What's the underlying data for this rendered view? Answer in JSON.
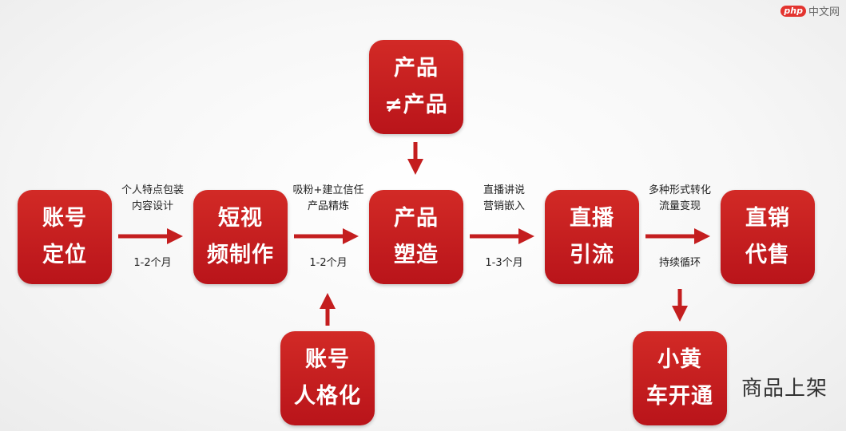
{
  "watermark": {
    "logo": "php",
    "text": "中文网"
  },
  "nodes": {
    "positioning": [
      "账号",
      "定位"
    ],
    "video": [
      "短视",
      "频制作"
    ],
    "shaping": [
      "产品",
      "塑造"
    ],
    "product_neq": [
      "产品",
      "≠产品"
    ],
    "persona": [
      "账号",
      "人格化"
    ],
    "livestream": [
      "直播",
      "引流"
    ],
    "direct_sales": [
      "直销",
      "代售"
    ],
    "cart": [
      "小黄",
      "车开通"
    ]
  },
  "edges": {
    "e1": {
      "top": [
        "个人特点包装",
        "内容设计"
      ],
      "bottom": "1-2个月"
    },
    "e2": {
      "top": [
        "吸粉+建立信任",
        "产品精炼"
      ],
      "bottom": "1-2个月"
    },
    "e3": {
      "top": [
        "直播讲说",
        "营销嵌入"
      ],
      "bottom": "1-3个月"
    },
    "e4": {
      "top": [
        "多种形式转化",
        "流量变现"
      ],
      "bottom": "持续循环"
    }
  },
  "side_label": "商品上架",
  "colors": {
    "node_red": "#c41e1f",
    "arrow_red": "#c41e1f",
    "text_dark": "#222222"
  }
}
